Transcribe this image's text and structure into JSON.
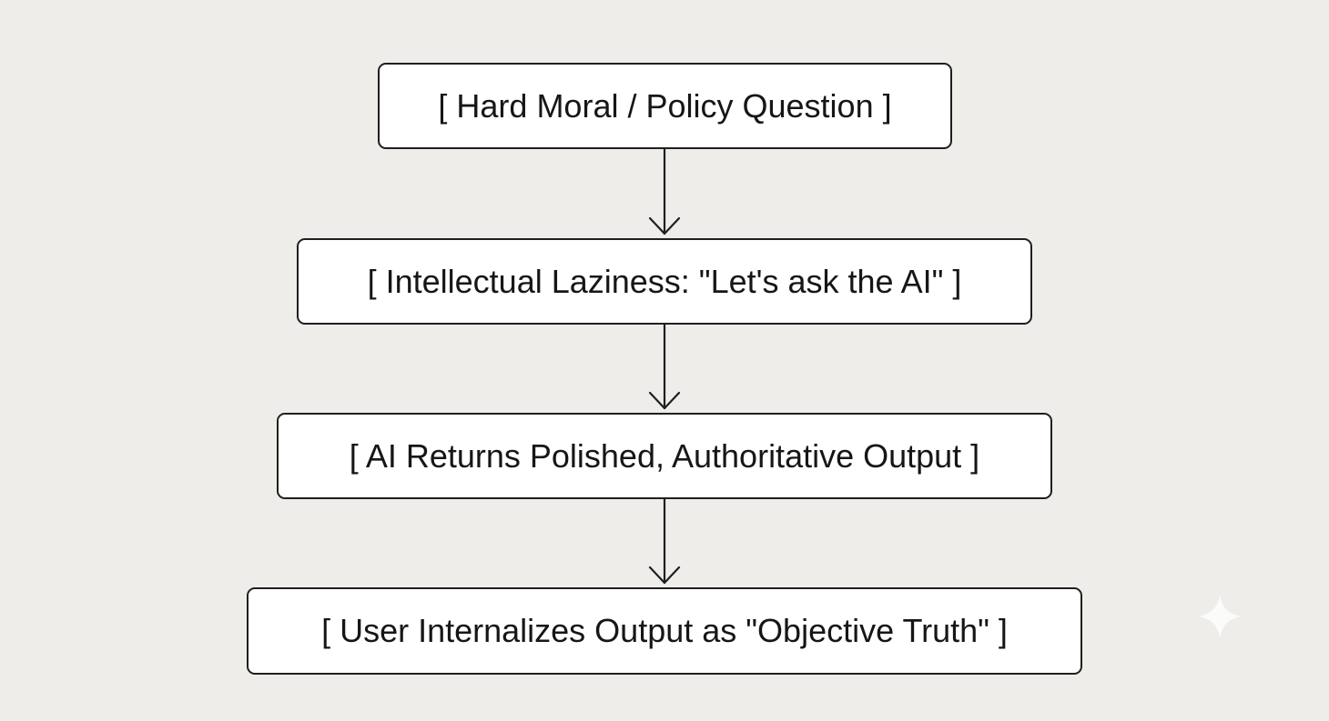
{
  "diagram": {
    "nodes": [
      {
        "id": "n1",
        "label": "[ Hard Moral / Policy Question ]"
      },
      {
        "id": "n2",
        "label": "[ Intellectual Laziness: \"Let's ask the AI\" ]"
      },
      {
        "id": "n3",
        "label": "[ AI Returns Polished, Authoritative Output ]"
      },
      {
        "id": "n4",
        "label": "[ User Internalizes Output as \"Objective Truth\" ]"
      }
    ],
    "edges": [
      {
        "from": "n1",
        "to": "n2"
      },
      {
        "from": "n2",
        "to": "n3"
      },
      {
        "from": "n3",
        "to": "n4"
      }
    ],
    "colors": {
      "background": "#efedea",
      "box_fill": "#ffffff",
      "box_border": "#1f1f1f",
      "text": "#161616",
      "arrow": "#1f1f1f",
      "watermark": "#ffffff"
    },
    "watermark_icon": "sparkle-icon"
  }
}
